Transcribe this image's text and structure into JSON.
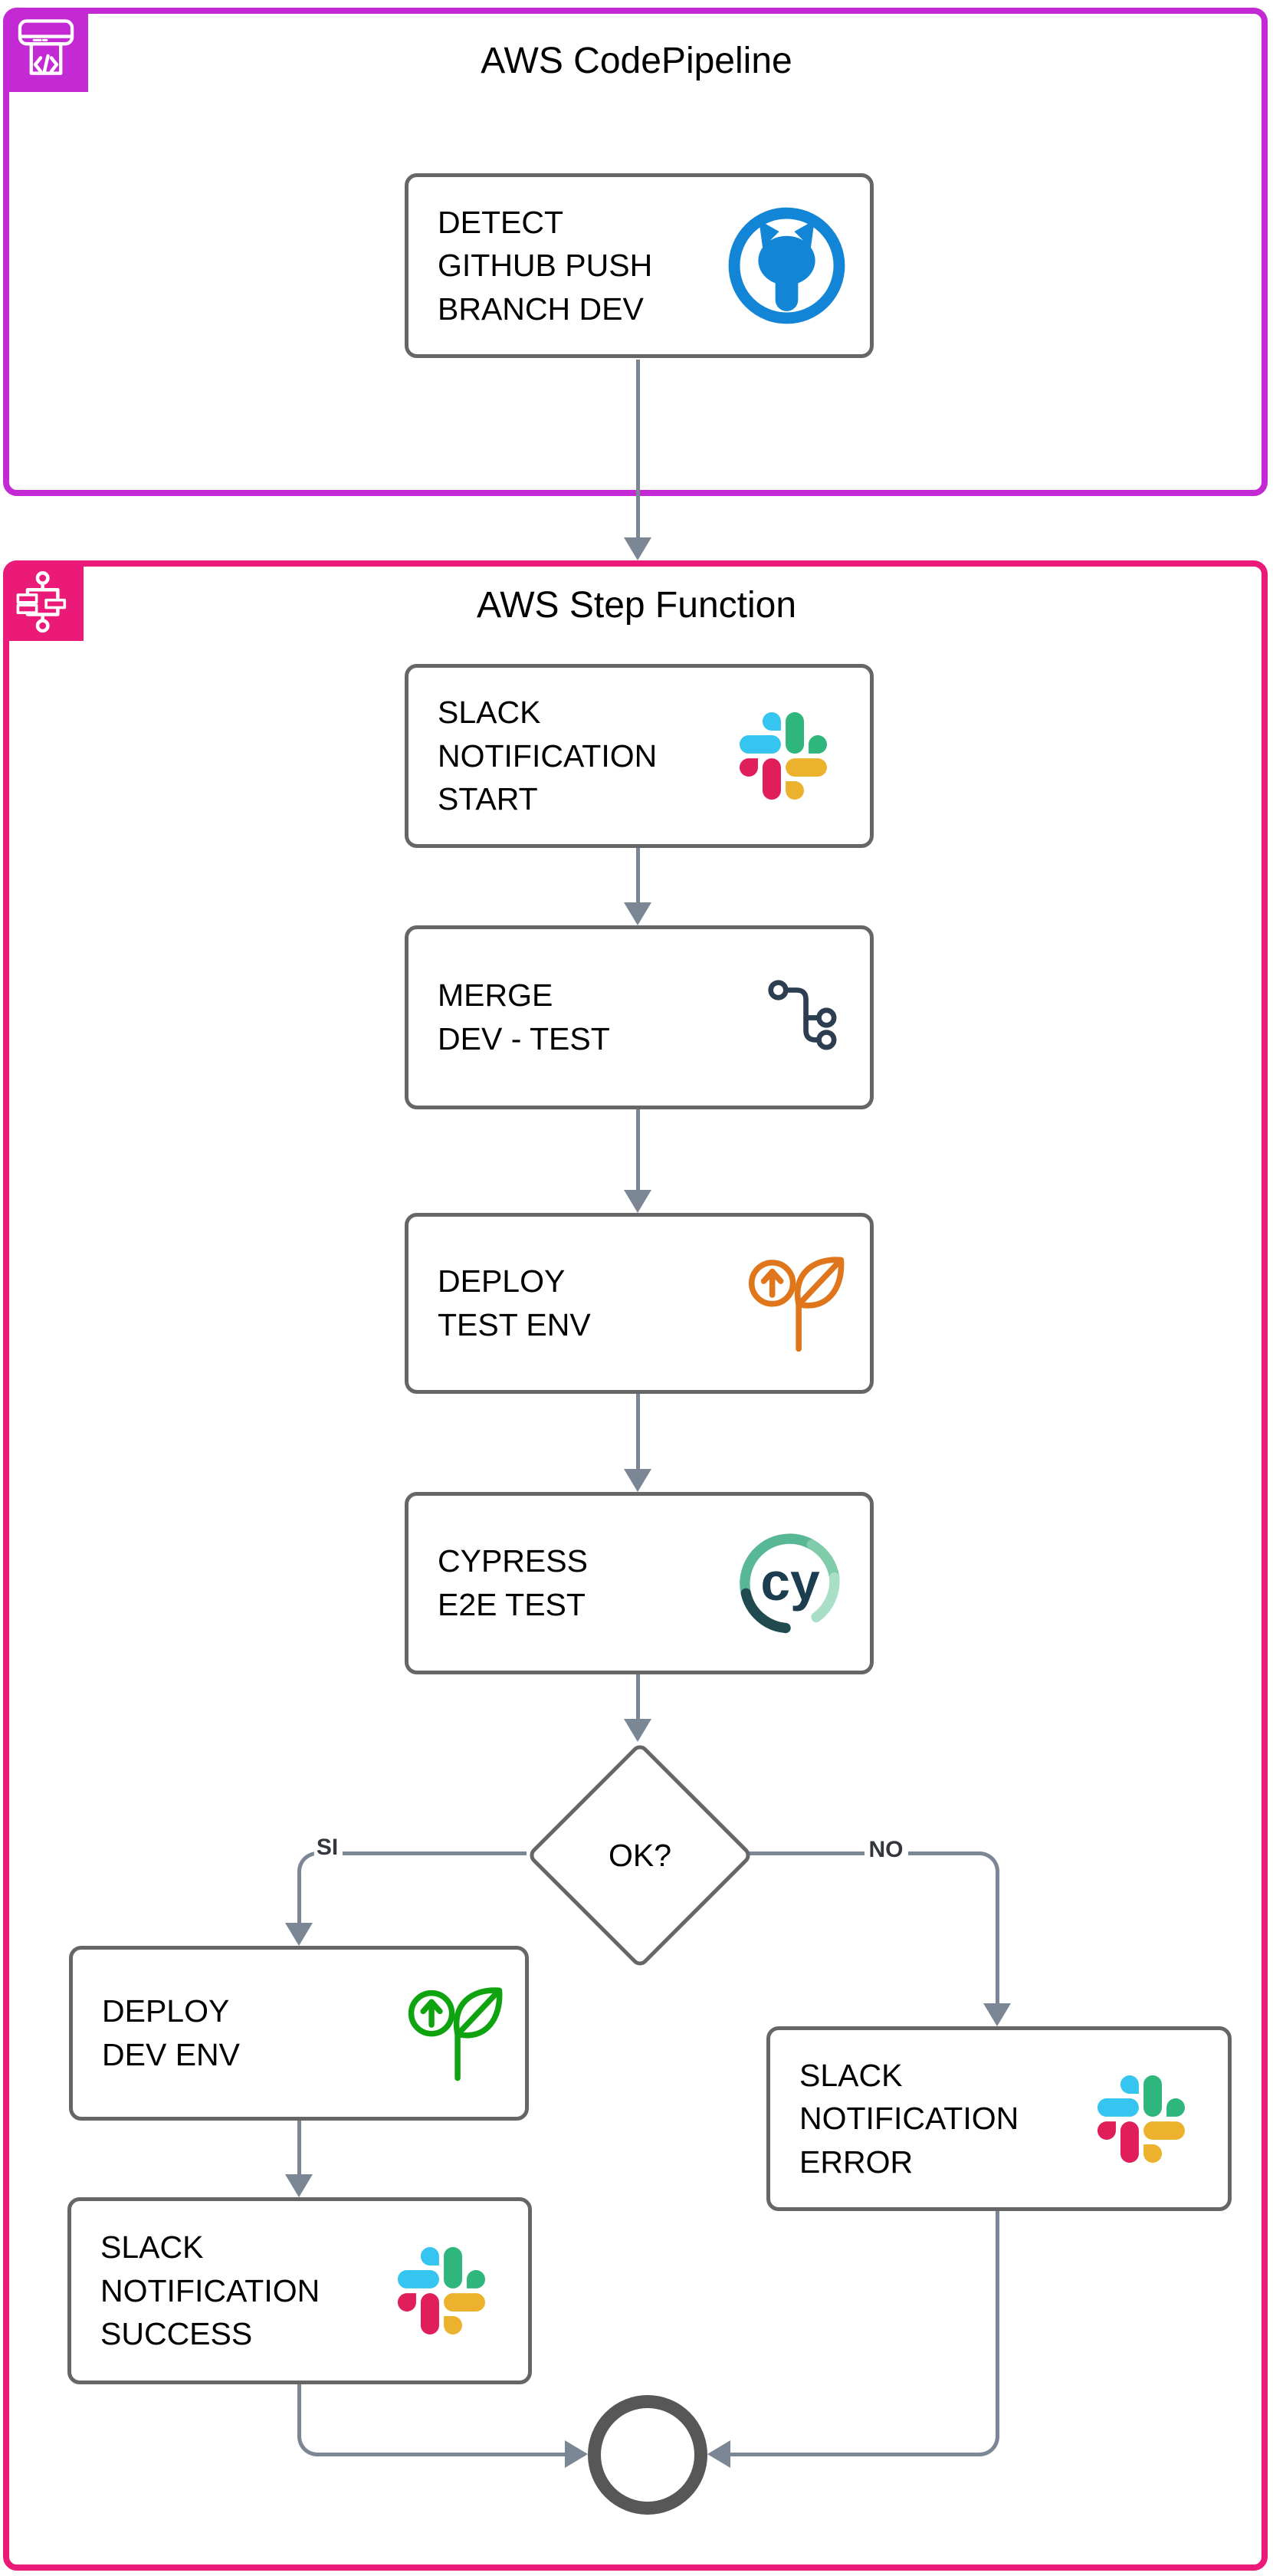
{
  "containers": {
    "codepipeline": {
      "title": "AWS CodePipeline",
      "color": "#c32ad3",
      "icon": "codepipeline-icon"
    },
    "stepfunction": {
      "title": "AWS Step Function",
      "color": "#eb1a78",
      "icon": "stepfunction-icon"
    }
  },
  "nodes": {
    "github": {
      "lines": [
        "DETECT",
        "GITHUB PUSH",
        "BRANCH DEV"
      ],
      "icon": "github-icon",
      "icon_color": "#1285d6"
    },
    "slack_start": {
      "lines": [
        "SLACK",
        "NOTIFICATION",
        "START"
      ],
      "icon": "slack-icon"
    },
    "merge": {
      "lines": [
        "MERGE",
        "DEV - TEST"
      ],
      "icon": "git-merge-icon",
      "icon_color": "#2c3e50"
    },
    "deploy_test": {
      "lines": [
        "DEPLOY",
        "TEST ENV"
      ],
      "icon": "deploy-sprout-icon",
      "icon_color": "#e0761b"
    },
    "cypress": {
      "lines": [
        "CYPRESS",
        "E2E TEST"
      ],
      "icon": "cypress-icon",
      "logo_text": "cy"
    },
    "decision": {
      "label": "OK?"
    },
    "deploy_dev": {
      "lines": [
        "DEPLOY",
        "DEV ENV"
      ],
      "icon": "deploy-sprout-icon",
      "icon_color": "#10a310"
    },
    "slack_success": {
      "lines": [
        "SLACK",
        "NOTIFICATION",
        "SUCCESS"
      ],
      "icon": "slack-icon"
    },
    "slack_error": {
      "lines": [
        "SLACK",
        "NOTIFICATION",
        "ERROR"
      ],
      "icon": "slack-icon"
    }
  },
  "branches": {
    "yes_label": "SI",
    "no_label": "NO"
  },
  "colors": {
    "line": "#7b8794",
    "box_border": "#666666",
    "end_circle": "#575757",
    "slack": {
      "blue": "#36c5f0",
      "green": "#2eb67d",
      "red": "#e01e5a",
      "yellow": "#ecb22e"
    },
    "cypress": {
      "text": "#1b3d4f",
      "arc_main": "#58b794",
      "arc_mid": "#7fcbaa",
      "arc_light": "#a9dfc6",
      "arc_dark": "#204a50"
    }
  }
}
